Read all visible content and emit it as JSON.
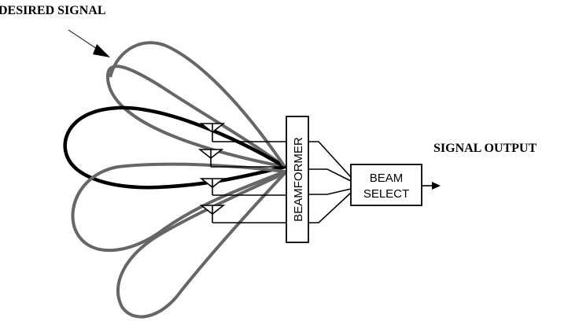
{
  "labels": {
    "desired_signal": "DESIRED SIGNAL",
    "signal_output": "SIGNAL OUTPUT",
    "beamformer": "BEAMFORMER",
    "beam_select_line1": "BEAM",
    "beam_select_line2": "SELECT"
  },
  "colors": {
    "ink": "#000000",
    "lobe_gray": "#666666",
    "lobe_bold": "#000000",
    "background": "#ffffff"
  },
  "antenna_elements": 4,
  "beam_lobes": 4
}
